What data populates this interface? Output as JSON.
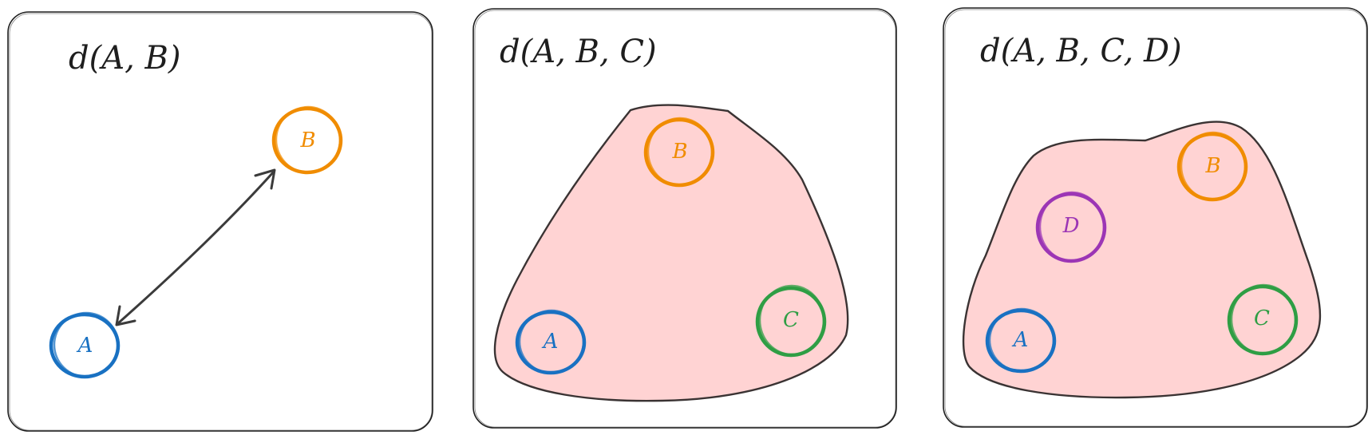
{
  "colors": {
    "A": "#1971c2",
    "B": "#f08c00",
    "C": "#2f9e44",
    "D": "#9c36b5",
    "hull_fill": "#ffd3d3",
    "ink": "#1e1e1e"
  },
  "panels": [
    {
      "title": "d(A, B)",
      "has_hull": false,
      "has_arrow": true,
      "nodes": [
        {
          "label": "A",
          "color_key": "A"
        },
        {
          "label": "B",
          "color_key": "B"
        }
      ]
    },
    {
      "title": "d(A, B, C)",
      "has_hull": true,
      "has_arrow": false,
      "nodes": [
        {
          "label": "B",
          "color_key": "B"
        },
        {
          "label": "A",
          "color_key": "A"
        },
        {
          "label": "C",
          "color_key": "C"
        }
      ]
    },
    {
      "title": "d(A, B, C, D)",
      "has_hull": true,
      "has_arrow": false,
      "nodes": [
        {
          "label": "B",
          "color_key": "B"
        },
        {
          "label": "D",
          "color_key": "D"
        },
        {
          "label": "A",
          "color_key": "A"
        },
        {
          "label": "C",
          "color_key": "C"
        }
      ]
    }
  ]
}
